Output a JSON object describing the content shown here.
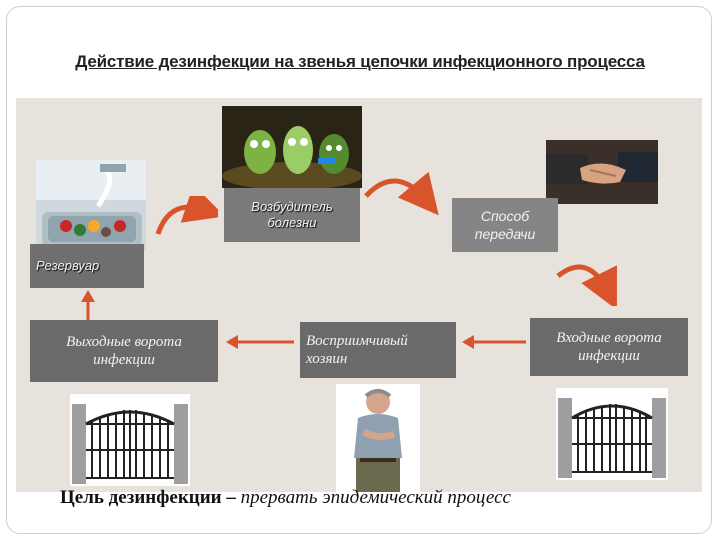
{
  "title": "Действие дезинфекции на звенья цепочки инфекционного процесса",
  "nodes": {
    "pathogen": "Возбудитель болезни",
    "transmission": "Способ передачи",
    "reservoir": "Резервуар",
    "exit_gate": "Выходные ворота инфекции",
    "host": "Восприимчивый хозяин",
    "entry_gate": "Входные ворота инфекции"
  },
  "goal": {
    "prefix": "Цель дезинфекции",
    "dash": " – ",
    "text": "прервать эпидемический процесс"
  },
  "colors": {
    "box": "#6a6a6a",
    "arrow": "#d9542b",
    "panel": "#e7e3dc"
  }
}
